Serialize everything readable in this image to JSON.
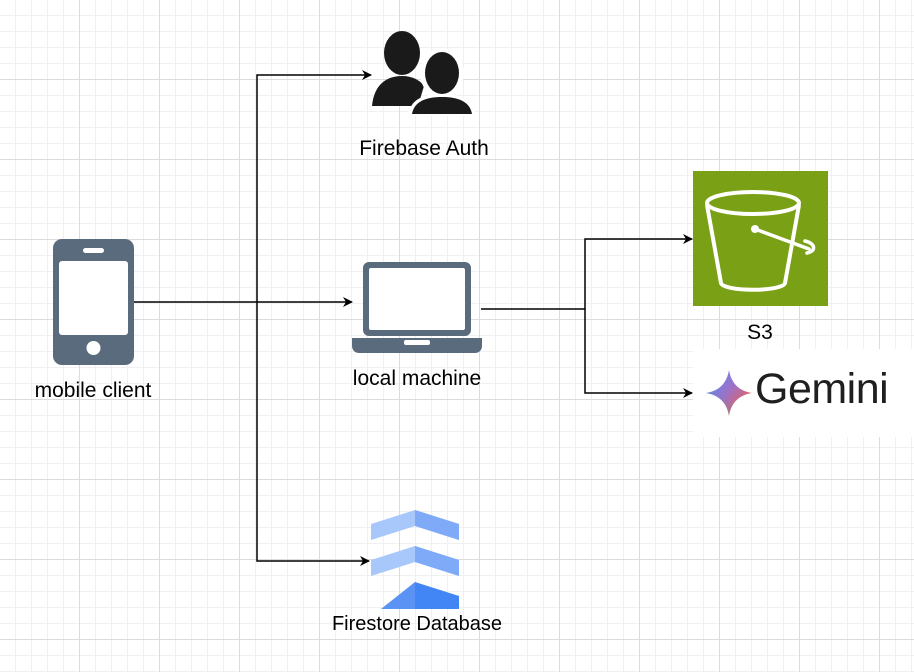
{
  "nodes": {
    "mobile_client": {
      "label": "mobile client",
      "icon": "smartphone-icon"
    },
    "firebase_auth": {
      "label": "Firebase Auth",
      "icon": "users-icon"
    },
    "local_machine": {
      "label": "local machine",
      "icon": "laptop-icon"
    },
    "firestore": {
      "label": "Firestore Database",
      "icon": "firestore-icon"
    },
    "s3": {
      "label": "S3",
      "icon": "s3-bucket-icon",
      "color": "#7AA116"
    },
    "gemini": {
      "label": "Gemini",
      "icon": "gemini-sparkle-icon"
    }
  },
  "edges": [
    {
      "from": "mobile client",
      "to": "Firebase Auth"
    },
    {
      "from": "mobile client",
      "to": "local machine"
    },
    {
      "from": "mobile client",
      "to": "Firestore Database"
    },
    {
      "from": "local machine",
      "to": "S3"
    },
    {
      "from": "local machine",
      "to": "Gemini"
    }
  ],
  "colors": {
    "device_gray": "#5A6B7D",
    "s3_green": "#7AA116",
    "firestore_blue": "#4285F4",
    "firestore_light": "#A8C7FA",
    "line": "#000000"
  }
}
